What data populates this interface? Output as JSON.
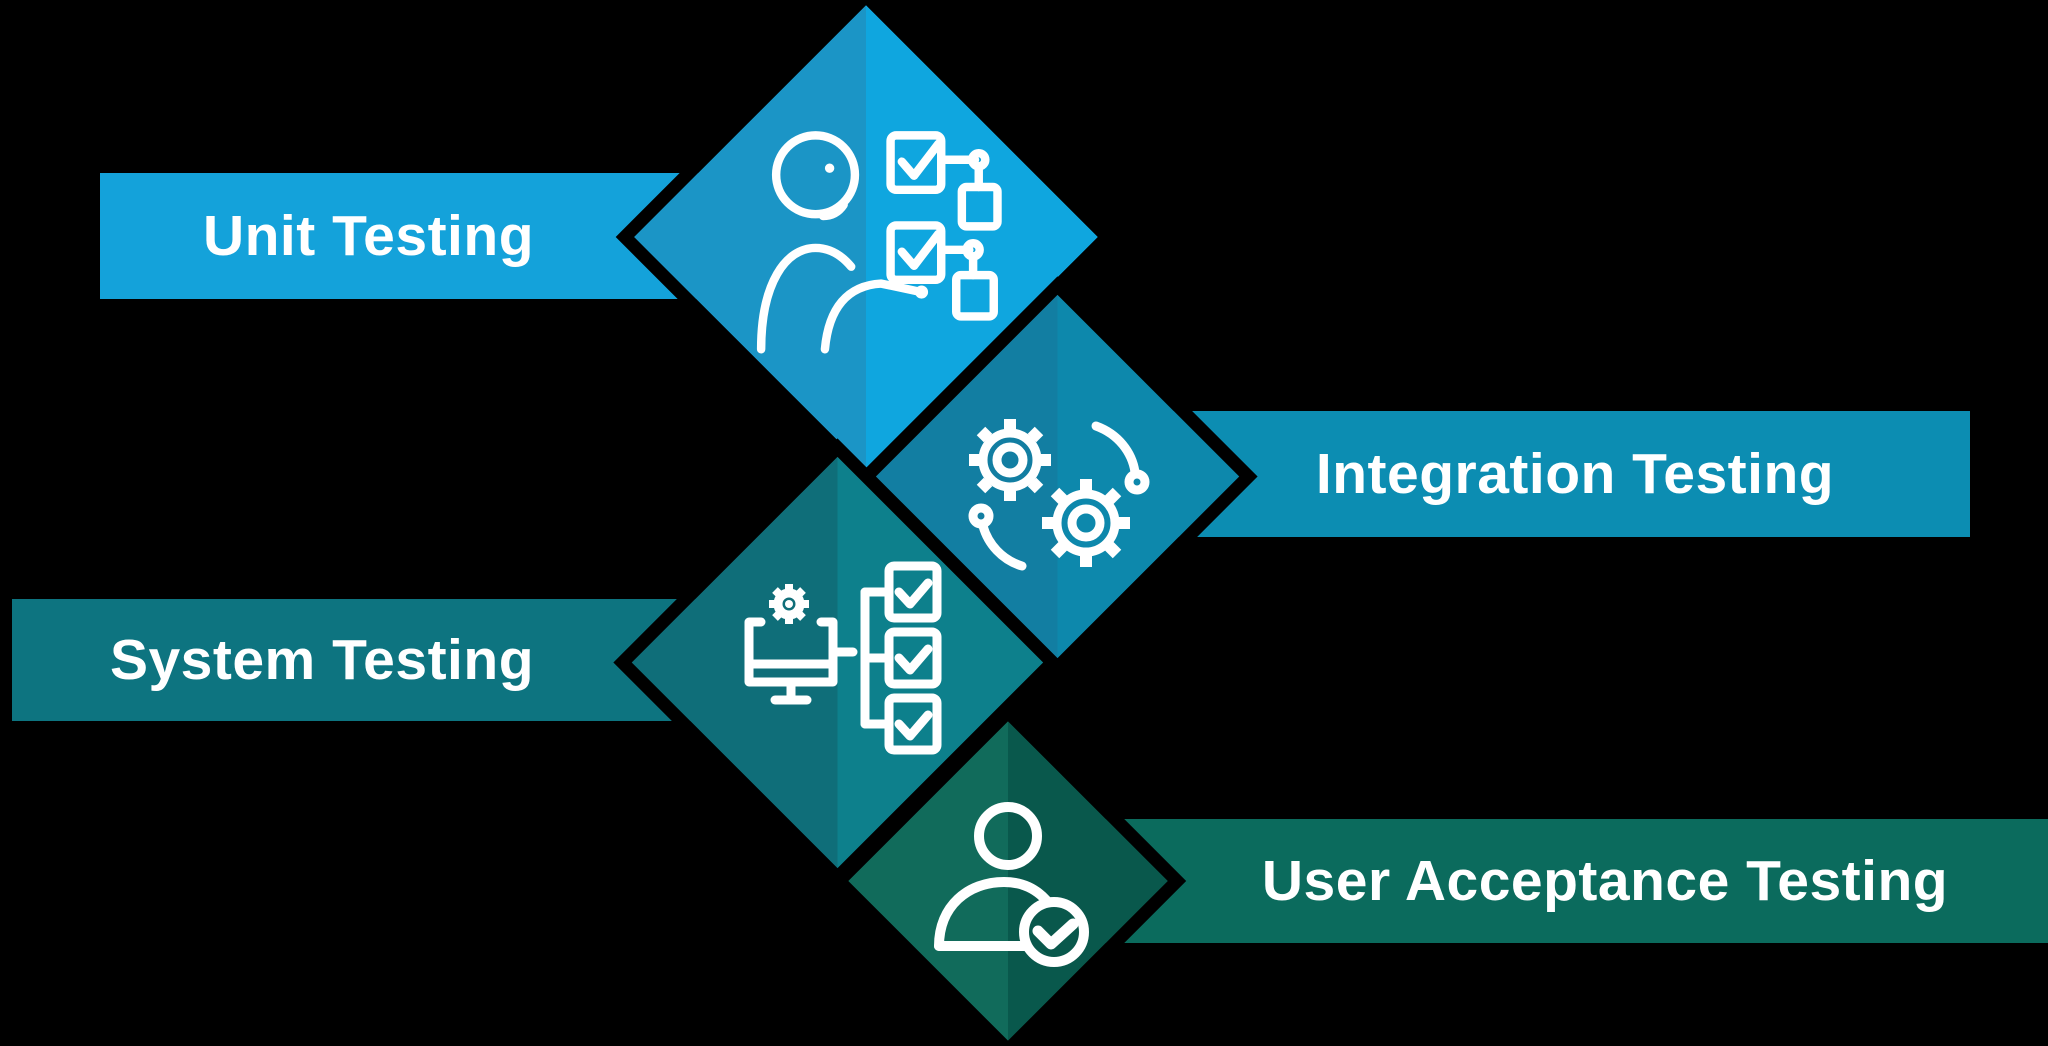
{
  "background_color": "#000000",
  "text_color": "#FFFFFF",
  "items": [
    {
      "label": "Unit Testing",
      "side": "left",
      "icon": "person-checklist-flow-icon",
      "diamond_left_color": "#1B95C6",
      "diamond_right_color": "#0FA6DF",
      "bar_color": "#14A2DA"
    },
    {
      "label": "Integration Testing",
      "side": "right",
      "icon": "gears-icon",
      "diamond_left_color": "#127EA2",
      "diamond_right_color": "#0D88AC",
      "bar_color": "#0C8DB2"
    },
    {
      "label": "System Testing",
      "side": "left",
      "icon": "monitor-checklist-icon",
      "diamond_left_color": "#0F6E79",
      "diamond_right_color": "#0D808C",
      "bar_color": "#0D7480"
    },
    {
      "label": "User Acceptance Testing",
      "side": "right",
      "icon": "user-check-icon",
      "diamond_left_color": "#116B5B",
      "diamond_right_color": "#09584C",
      "bar_color": "#0B6B5D"
    }
  ]
}
